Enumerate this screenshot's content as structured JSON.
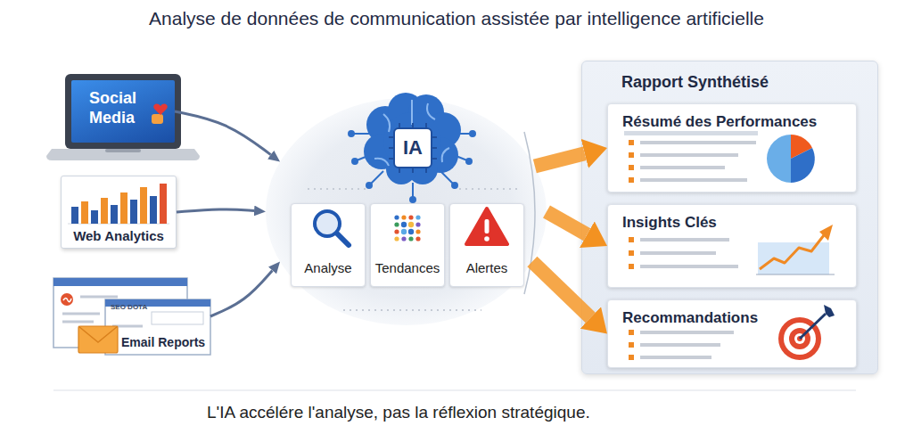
{
  "diagram": {
    "title": "Analyse de données de communication assistée par intelligence artificielle",
    "caption": "L'IA accélére l'analyse, pas la réflexion stratégique.",
    "nodes": [
      {
        "text": [
          "Social Media"
        ]
      },
      {
        "text": [
          "Web Analytics"
        ]
      },
      {
        "text": [
          "Email Reports"
        ]
      },
      {
        "text": [
          "IA"
        ]
      },
      {
        "text": [
          "Analyse"
        ],
        "in": 3
      },
      {
        "text": [
          "Tendances"
        ],
        "in": 3
      },
      {
        "text": [
          "Alertes"
        ],
        "in": 3
      },
      {
        "text": [
          "Rapport Synthétisé"
        ]
      },
      {
        "text": [
          "Résumé des Performances"
        ],
        "in": 7
      },
      {
        "text": [
          "Insights Clés"
        ],
        "in": 7
      },
      {
        "text": [
          "Recommandations"
        ],
        "in": 7
      }
    ],
    "edges": [
      {
        "from": 0,
        "to": 3,
        "arrow": "to"
      },
      {
        "from": 1,
        "to": 3,
        "arrow": "to"
      },
      {
        "from": 2,
        "to": 3,
        "arrow": "to"
      },
      {
        "from": 3,
        "to": 8,
        "arrow": "to"
      },
      {
        "from": 3,
        "to": 9,
        "arrow": "to"
      },
      {
        "from": 3,
        "to": 10,
        "arrow": "to"
      }
    ],
    "labels": [
      "SEO DOTA"
    ]
  }
}
